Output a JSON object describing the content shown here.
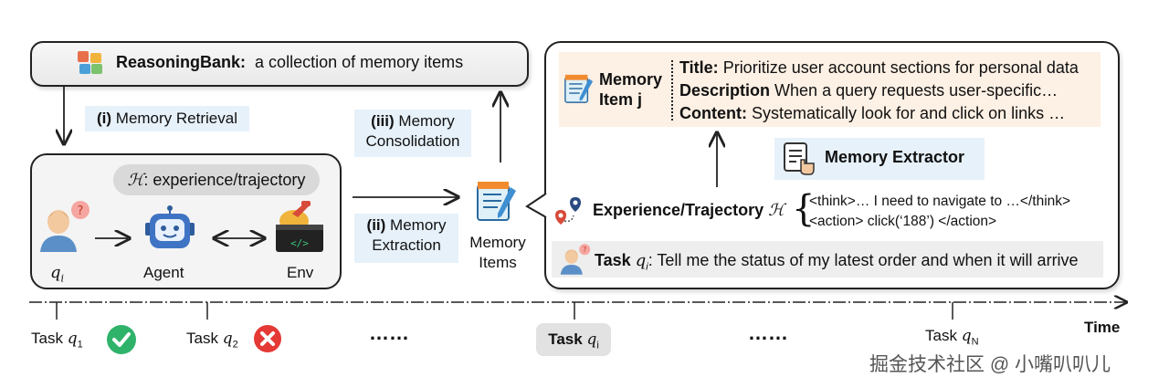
{
  "bank": {
    "name": "ReasoningBank:",
    "desc": "a collection of memory items"
  },
  "steps": {
    "retrieval_num": "(i)",
    "retrieval": "Memory Retrieval",
    "consolidation_num": "(iii)",
    "consolidation_1": "Memory",
    "consolidation_2": "Consolidation",
    "extraction_num": "(ii)",
    "extraction_1": "Memory",
    "extraction_2": "Extraction"
  },
  "loop": {
    "experience_symbol": "ℋ",
    "experience": ": experience/trajectory",
    "user": "q",
    "user_sub": "i",
    "agent": "Agent",
    "env": "Env"
  },
  "memory_items": {
    "line1": "Memory",
    "line2": "Items"
  },
  "detail": {
    "item_line1": "Memory",
    "item_line2": "Item j",
    "title_key": "Title:",
    "title_val": "Prioritize user account sections for personal data",
    "desc_key": "Description",
    "desc_val": "When a query requests user-specific…",
    "content_key": "Content:",
    "content_val": "Systematically look for and click on links …",
    "extractor": "Memory Extractor",
    "trajectory_label": "Experience/Trajectory",
    "trajectory_symbol": "ℋ",
    "think": "<think>… I need to navigate to …</think>",
    "action": "<action> click(‘188’) </action>",
    "task_label": "Task",
    "task_var": "q",
    "task_sub": "i",
    "task_text": ": Tell me the status of my latest order and when it will arrive"
  },
  "timeline": {
    "task1": "Task",
    "task1_var": "q",
    "task1_sub": "1",
    "task2": "Task",
    "task2_var": "q",
    "task2_sub": "2",
    "dots1": "……",
    "taski": "Task",
    "taski_var": "q",
    "taski_sub": "i",
    "dots2": "……",
    "taskN": "Task",
    "taskN_var": "q",
    "taskN_sub": "N",
    "time": "Time"
  },
  "watermark": "掘金技术社区 @ 小嘴叭叭儿",
  "colors": {
    "label_blue": "#e7f1fa",
    "memory_peach": "#fdf0e4",
    "success": "#2fb36b",
    "fail": "#e53935"
  }
}
